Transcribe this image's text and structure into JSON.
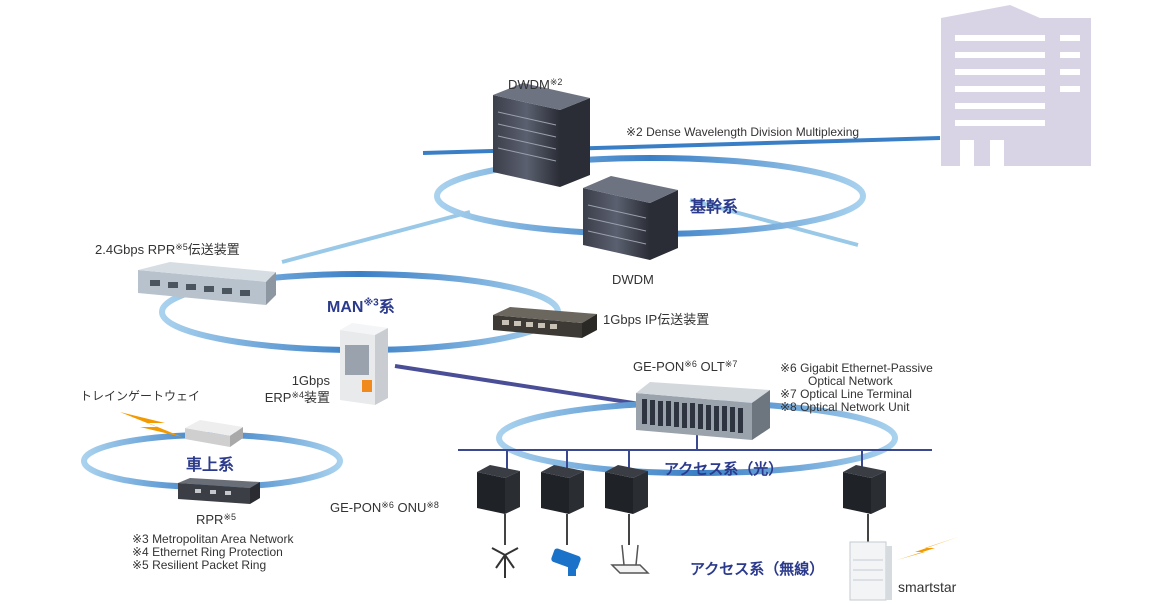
{
  "colors": {
    "ring": "#3a7fc6",
    "ring_light": "#9ac9e8",
    "link": "#4a4e96",
    "bolt": "#f29a00",
    "building": "#d9d3e6"
  },
  "labels": {
    "dwdm_top": "DWDM",
    "dwdm_top_note": "※2",
    "dense_note": "※2 Dense Wavelength Division Multiplexing",
    "kikan": "基幹系",
    "dwdm_bottom": "DWDM",
    "rpr_prefix": "2.4Gbps RPR",
    "rpr_note": "※5",
    "rpr_suffix": "伝送装置",
    "man_prefix": "MAN",
    "man_note": "※3",
    "man_suffix": "系",
    "ip_device": "1Gbps IP伝送装置",
    "erp_line1": "1Gbps",
    "erp_prefix": "ERP",
    "erp_note": "※4",
    "erp_suffix": "装置",
    "olt_prefix": "GE-PON",
    "olt_note1": "※6",
    "olt_mid": " OLT",
    "olt_note2": "※7",
    "train_gateway": "トレインゲートウェイ",
    "shajou": "車上系",
    "access_optical": "アクセス系（光）",
    "onu_prefix": "GE-PON",
    "onu_note1": "※6",
    "onu_mid": " ONU",
    "onu_note2": "※8",
    "rpr_small": "RPR",
    "rpr_small_note": "※5",
    "access_wireless": "アクセス系（無線）",
    "smartstar": "smartstar"
  },
  "notes_right": [
    "※6 Gigabit Ethernet-Passive",
    "Optical Network",
    "※7 Optical Line Terminal",
    "※8 Optical Network Unit"
  ],
  "notes_left": [
    "※3 Metropolitan Area Network",
    "※4 Ethernet Ring Protection",
    "※5 Resilient Packet Ring"
  ]
}
